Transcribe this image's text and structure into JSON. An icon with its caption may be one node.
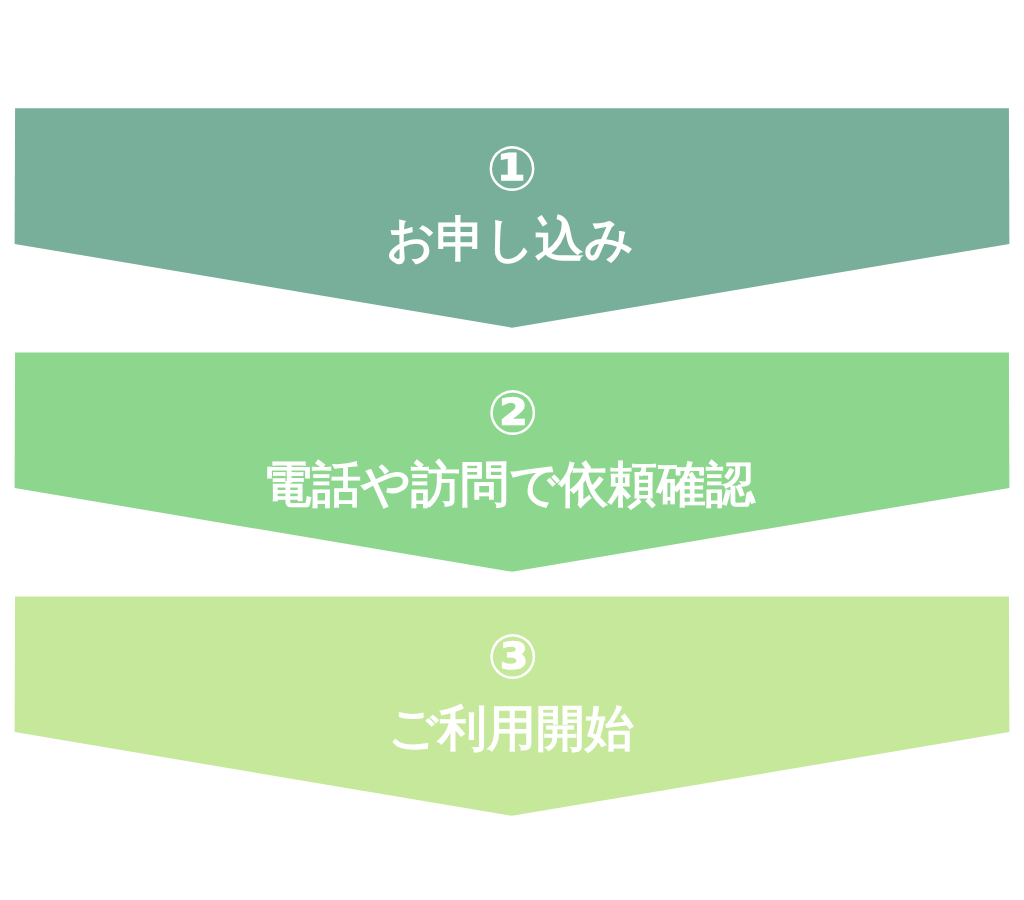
{
  "diagram": {
    "nodes": [
      {
        "text": [
          "①",
          "お申し込み"
        ]
      },
      {
        "text": [
          "②",
          "電話や訪問で依頼確認"
        ]
      },
      {
        "text": [
          "③",
          "ご利用開始"
        ]
      }
    ]
  }
}
